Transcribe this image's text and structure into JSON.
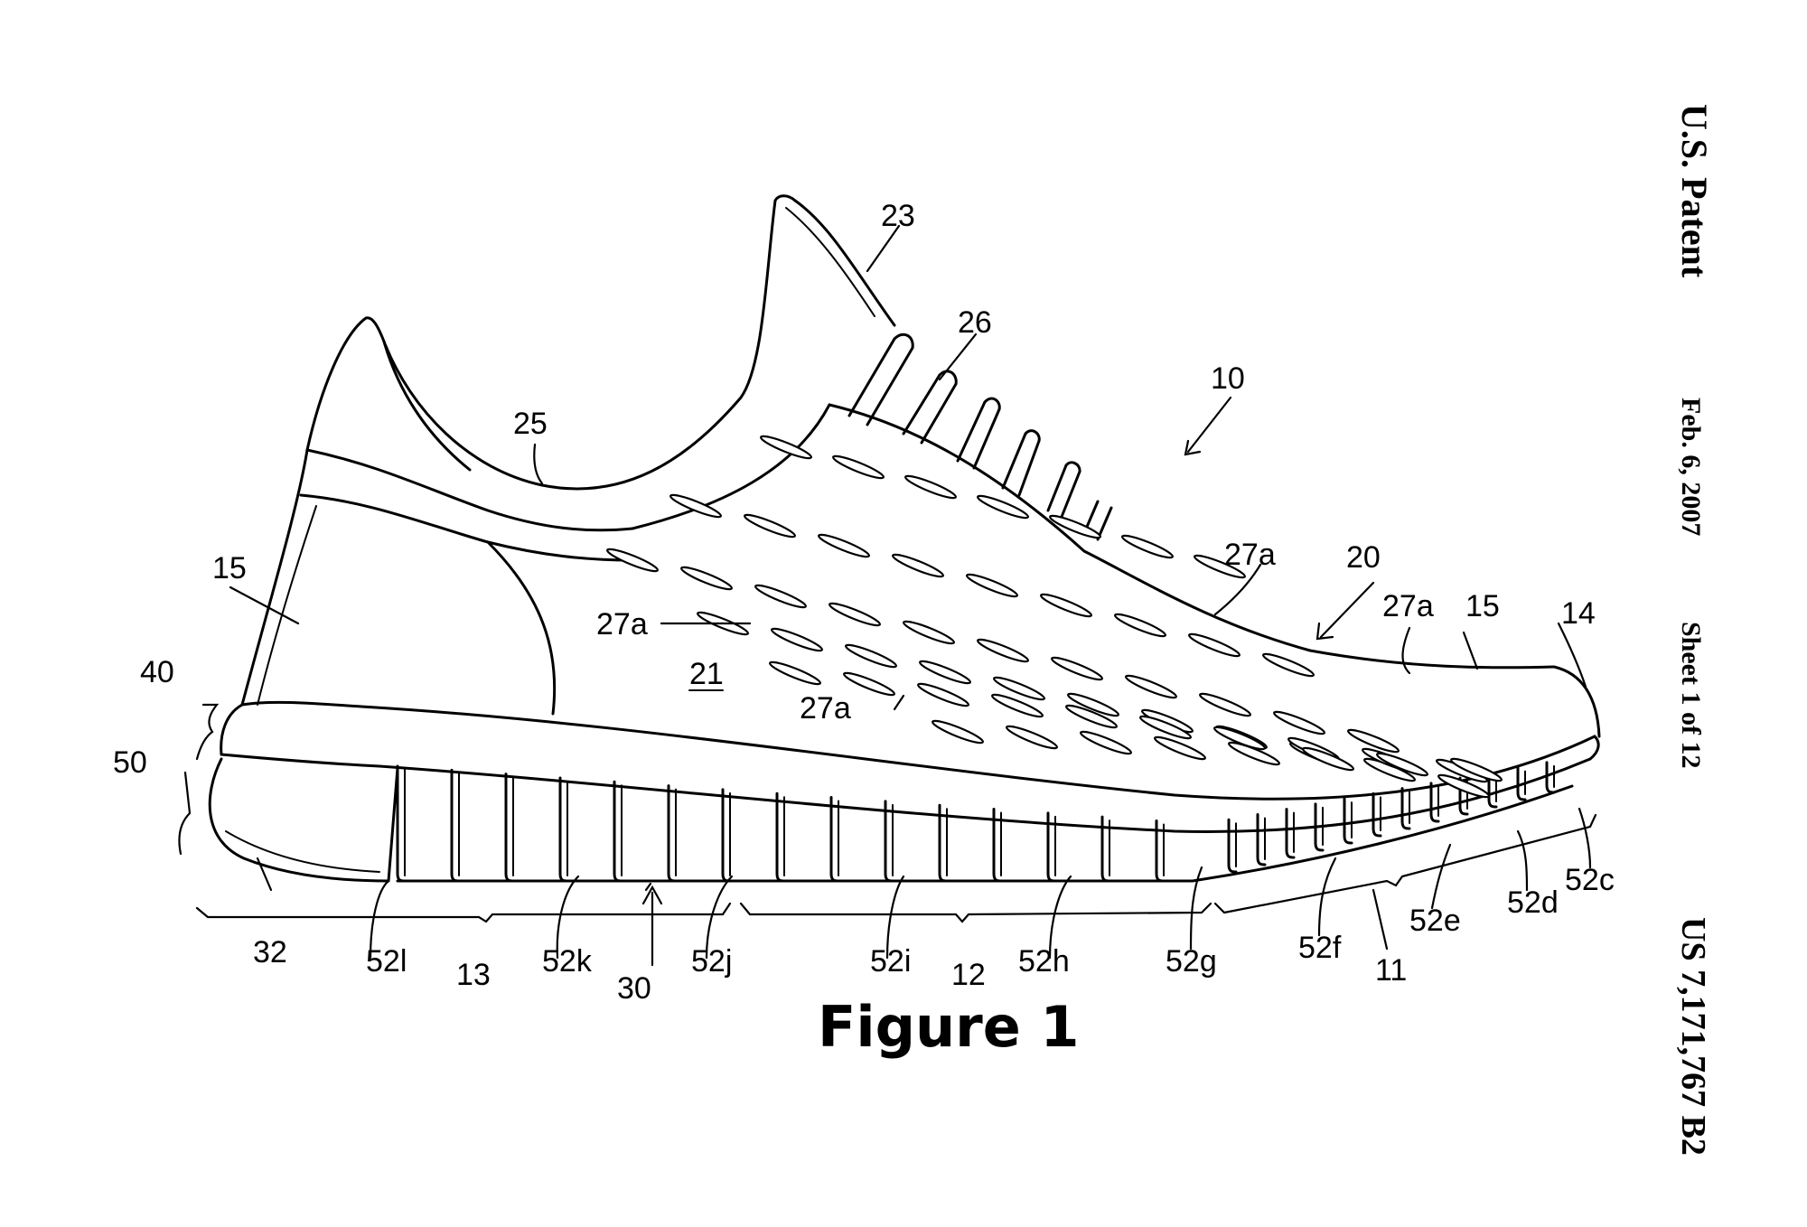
{
  "header": {
    "patent_office": "U.S. Patent",
    "date": "Feb. 6, 2007",
    "sheet": "Sheet 1 of 12",
    "patent_number": "US 7,171,767 B2"
  },
  "figure": {
    "caption": "Figure 1"
  },
  "reference_numerals": {
    "shoe": "10",
    "upper": "20",
    "side": "21",
    "collar": "23",
    "throat": "25",
    "lace": "26",
    "aperture": "27a",
    "toe": "14",
    "heel_side": "15",
    "midsole": "40",
    "sole_structure": "50",
    "sole_element": "30",
    "heel_region": "32",
    "forefoot": "11",
    "midfoot": "12",
    "heel": "13",
    "sipe_c": "52c",
    "sipe_d": "52d",
    "sipe_e": "52e",
    "sipe_f": "52f",
    "sipe_g": "52g",
    "sipe_h": "52h",
    "sipe_i": "52i",
    "sipe_j": "52j",
    "sipe_k": "52k",
    "sipe_l": "52l"
  }
}
